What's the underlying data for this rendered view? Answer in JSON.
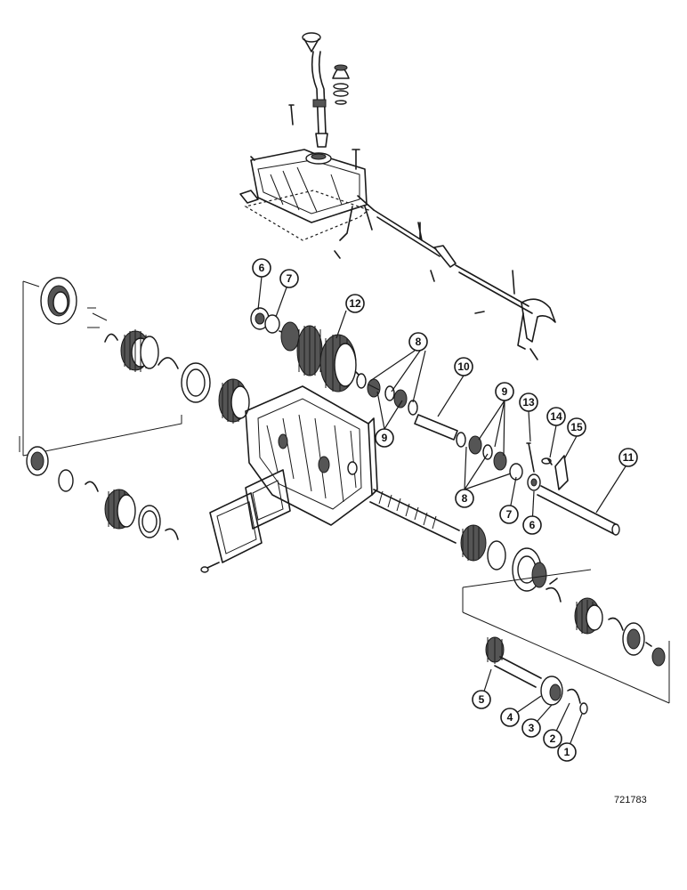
{
  "figure": {
    "number": "721783"
  },
  "callouts": [
    {
      "id": "c1",
      "label": "1"
    },
    {
      "id": "c2",
      "label": "2"
    },
    {
      "id": "c3",
      "label": "3"
    },
    {
      "id": "c4",
      "label": "4"
    },
    {
      "id": "c5",
      "label": "5"
    },
    {
      "id": "c6a",
      "label": "6"
    },
    {
      "id": "c6b",
      "label": "6"
    },
    {
      "id": "c7a",
      "label": "7"
    },
    {
      "id": "c7b",
      "label": "7"
    },
    {
      "id": "c8a",
      "label": "8"
    },
    {
      "id": "c8b",
      "label": "8"
    },
    {
      "id": "c9a",
      "label": "9"
    },
    {
      "id": "c9b",
      "label": "9"
    },
    {
      "id": "c10",
      "label": "10"
    },
    {
      "id": "c11",
      "label": "11"
    },
    {
      "id": "c12",
      "label": "12"
    },
    {
      "id": "c13",
      "label": "13"
    },
    {
      "id": "c14",
      "label": "14"
    },
    {
      "id": "c15",
      "label": "15"
    }
  ]
}
